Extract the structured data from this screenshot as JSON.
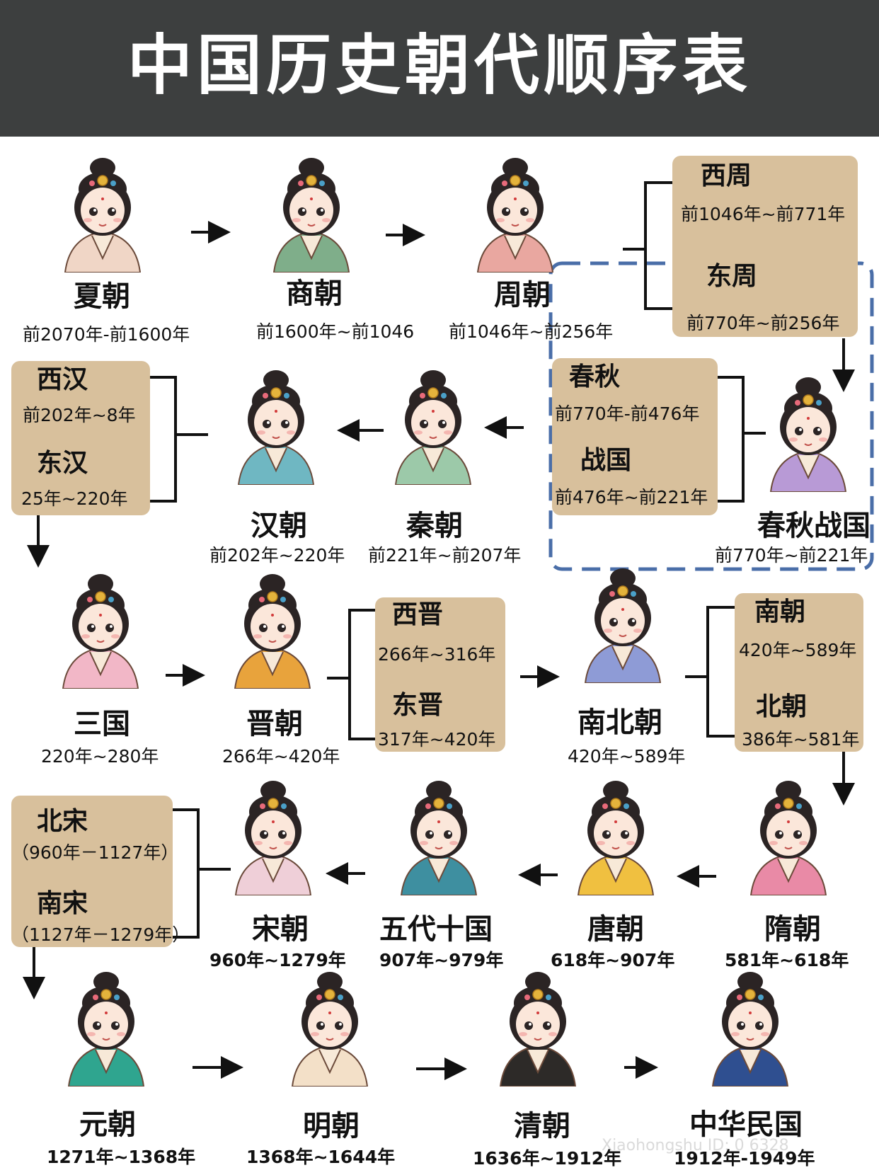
{
  "title": "中国历史朝代顺序表",
  "dynasties": [
    {
      "name": "夏朝",
      "date": "前2070年-前1600年"
    },
    {
      "name": "商朝",
      "date": "前1600年~前1046"
    },
    {
      "name": "周朝",
      "date": "前1046年~前256年"
    },
    {
      "name": "春秋战国",
      "date": "前770年~前221年"
    },
    {
      "name": "秦朝",
      "date": "前221年~前207年"
    },
    {
      "name": "汉朝",
      "date": "前202年~220年"
    },
    {
      "name": "三国",
      "date": "220年~280年"
    },
    {
      "name": "晋朝",
      "date": "266年~420年"
    },
    {
      "name": "南北朝",
      "date": "420年~589年"
    },
    {
      "name": "隋朝",
      "date": "581年~618年"
    },
    {
      "name": "唐朝",
      "date": "618年~907年"
    },
    {
      "name": "五代十国",
      "date": "907年~979年"
    },
    {
      "name": "宋朝",
      "date": "960年~1279年"
    },
    {
      "name": "元朝",
      "date": "1271年~1368年"
    },
    {
      "name": "明朝",
      "date": "1368年~1644年"
    },
    {
      "name": "清朝",
      "date": "1636年~1912年"
    },
    {
      "name": "中华民国",
      "date": "1912年-1949年"
    }
  ],
  "boxes": {
    "zhou": {
      "a_name": "西周",
      "a_date": "前1046年~前771年",
      "b_name": "东周",
      "b_date": "前770年~前256年"
    },
    "chunqiu": {
      "a_name": "春秋",
      "a_date": "前770年-前476年",
      "b_name": "战国",
      "b_date": "前476年~前221年"
    },
    "han": {
      "a_name": "西汉",
      "a_date": "前202年~8年",
      "b_name": "东汉",
      "b_date": "25年~220年"
    },
    "jin": {
      "a_name": "西晋",
      "a_date": "266年~316年",
      "b_name": "东晋",
      "b_date": "317年~420年"
    },
    "nanbei": {
      "a_name": "南朝",
      "a_date": "420年~589年",
      "b_name": "北朝",
      "b_date": "386年~581年"
    },
    "song": {
      "a_name": "北宋",
      "a_date": "（960年－1127年）",
      "b_name": "南宋",
      "b_date": "（1127年－1279年）"
    }
  },
  "watermark": "Xiaohongshu ID: 0 6328",
  "colors": {
    "header": "#3d3f3f",
    "box": "#d8c09c",
    "dashed": "#4a6ea8"
  }
}
